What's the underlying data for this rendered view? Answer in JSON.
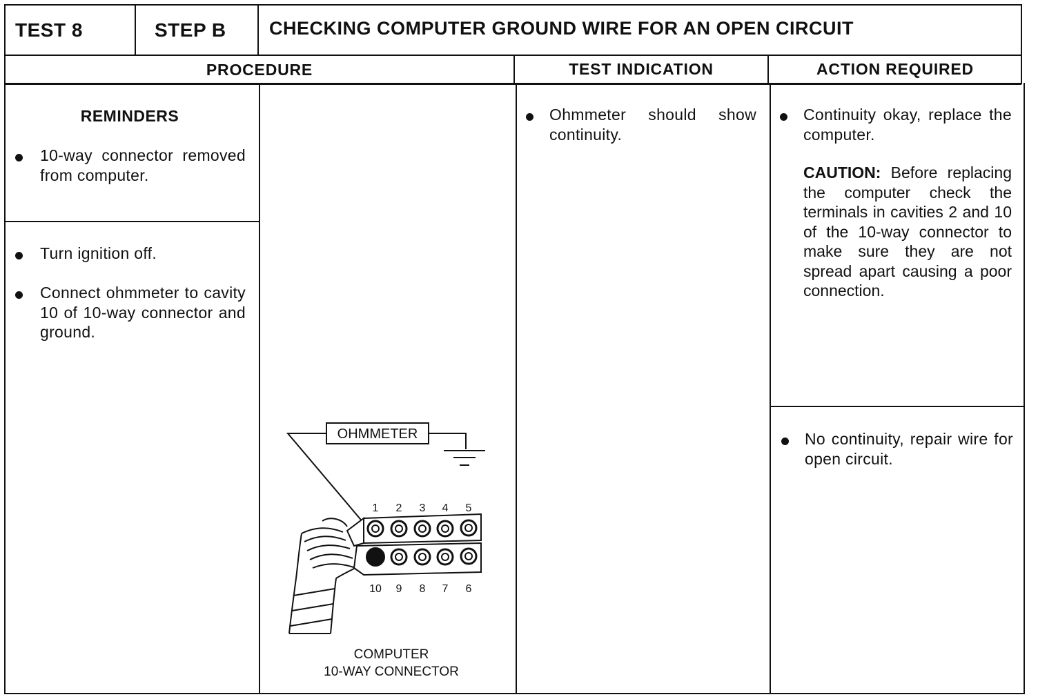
{
  "header": {
    "test": "TEST 8",
    "step": "STEP B",
    "title": "CHECKING COMPUTER GROUND WIRE FOR AN OPEN CIRCUIT"
  },
  "columns": {
    "procedure": "PROCEDURE",
    "test_indication": "TEST INDICATION",
    "action_required": "ACTION REQUIRED"
  },
  "reminders": {
    "heading": "REMINDERS",
    "items": [
      "10-way connector removed from computer."
    ]
  },
  "procedure_steps": [
    "Turn ignition off.",
    "Connect ohmmeter to cavity 10 of 10-way connector and ground."
  ],
  "diagram": {
    "meter_label": "OHMMETER",
    "top_pins": [
      "1",
      "2",
      "3",
      "4",
      "5"
    ],
    "bottom_pins": [
      "10",
      "9",
      "8",
      "7",
      "6"
    ],
    "caption_line1": "COMPUTER",
    "caption_line2": "10-WAY CONNECTOR"
  },
  "test_indication": {
    "items": [
      "Ohmmeter should show continuity."
    ]
  },
  "action_required": {
    "continuity_okay": "Continuity okay, replace the computer.",
    "caution_label": "CAUTION:",
    "caution_text": "Before replacing the computer check the terminals in cavities 2 and 10 of the 10-way connector to make sure they are not spread apart causing a poor connection.",
    "no_continuity": "No continuity, repair wire for open circuit."
  }
}
